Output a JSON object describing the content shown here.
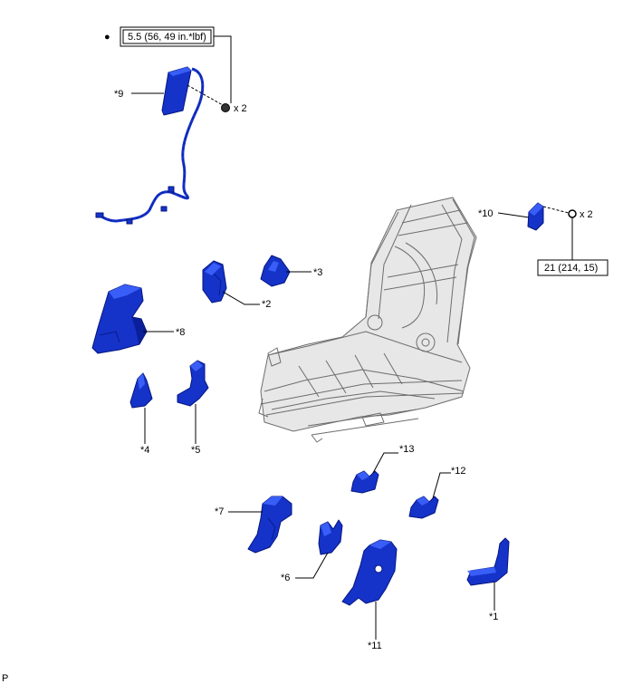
{
  "torque_specs": {
    "bolt_9": "5.5 (56, 49 in.*lbf)",
    "bolt_10": "21 (214, 15)"
  },
  "quantities": {
    "bolt_9": "x 2",
    "bolt_10": "x 2"
  },
  "bullet": "●",
  "callouts": {
    "c1": "*1",
    "c2": "*2",
    "c3": "*3",
    "c4": "*4",
    "c5": "*5",
    "c6": "*6",
    "c7": "*7",
    "c8": "*8",
    "c9": "*9",
    "c10": "*10",
    "c11": "*11",
    "c12": "*12",
    "c13": "*13"
  },
  "footer_code": "P",
  "colors": {
    "part": "#1533c8",
    "part_outline": "#061680",
    "frame": "#6d6d6d"
  }
}
